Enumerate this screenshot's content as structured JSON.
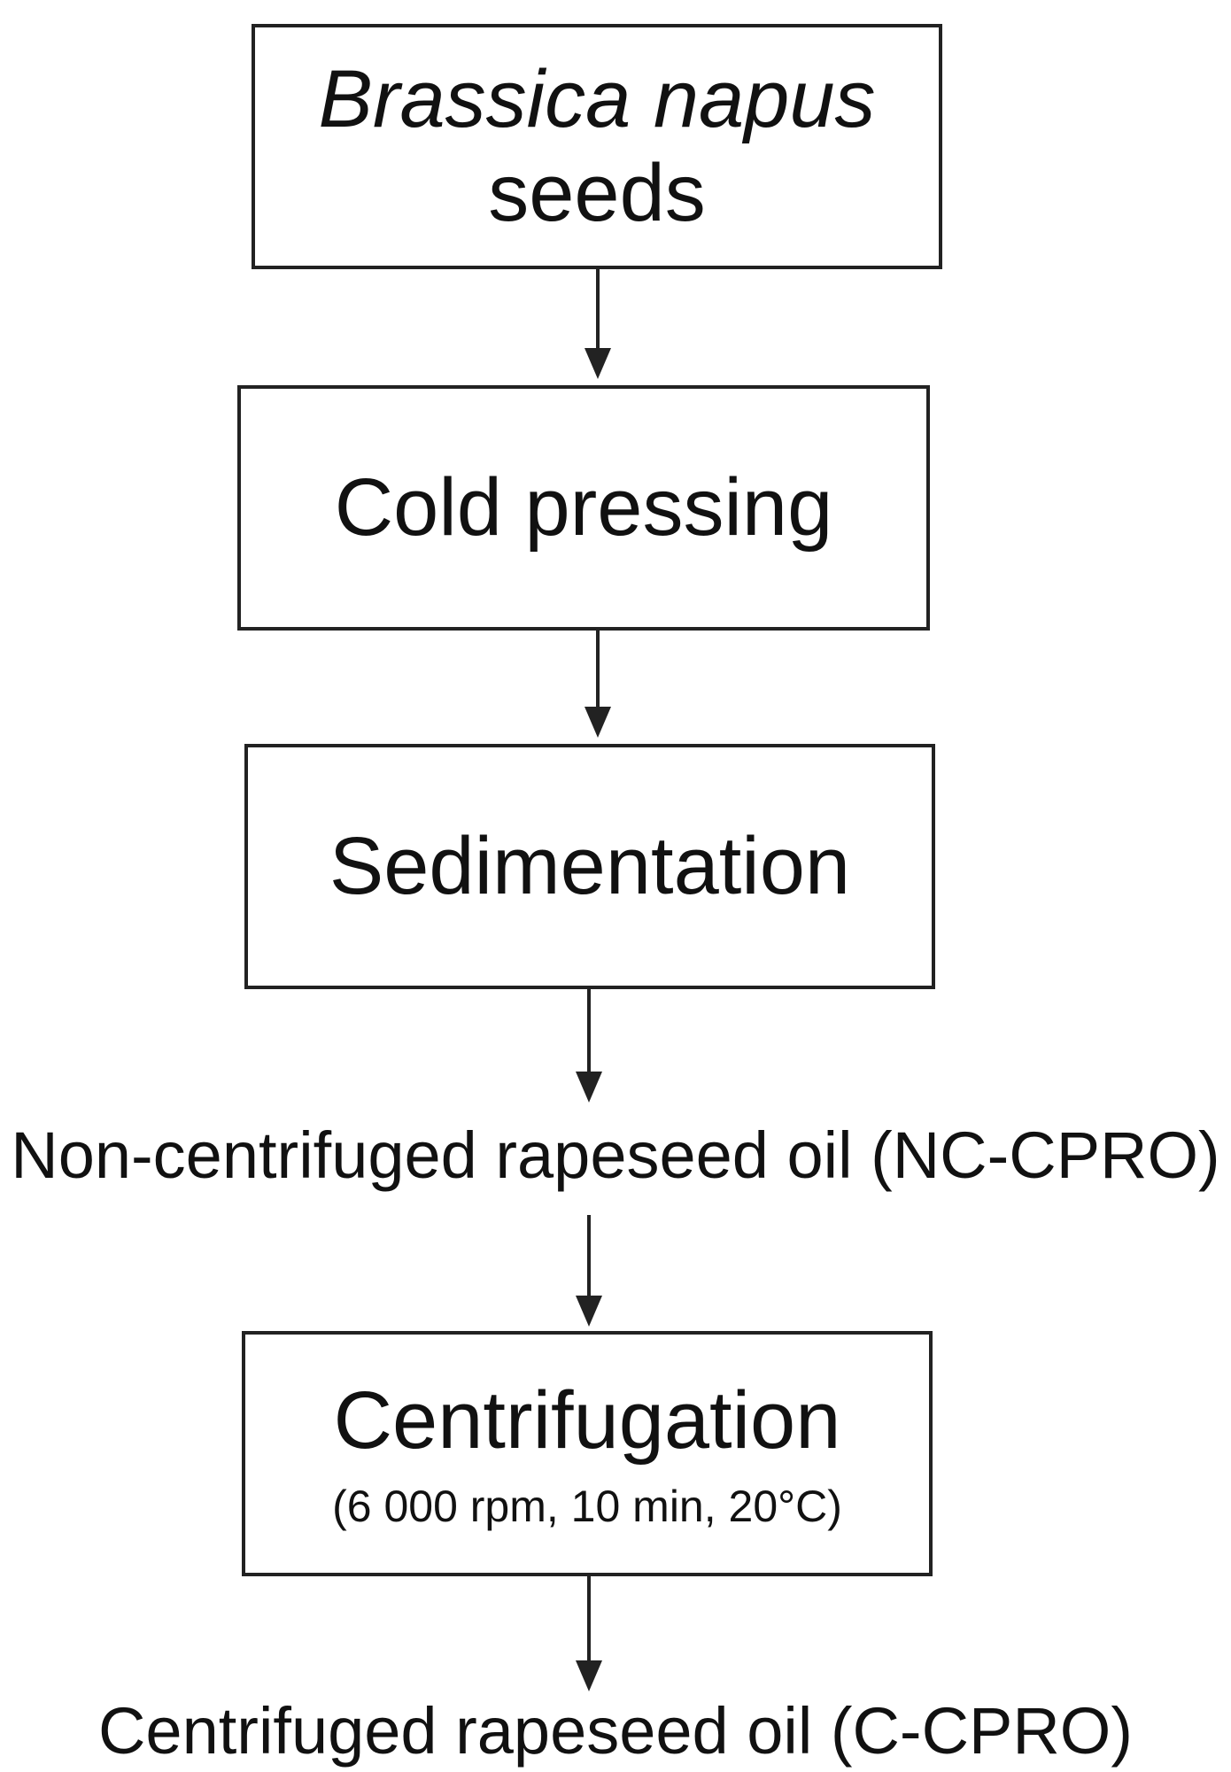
{
  "steps": {
    "seeds": {
      "line1": "Brassica napus",
      "line2": "seeds"
    },
    "cold_pressing": {
      "label": "Cold pressing"
    },
    "sedimentation": {
      "label": "Sedimentation"
    },
    "nc_output": {
      "label": "Non-centrifuged rapeseed oil (NC-CPRO)"
    },
    "centrifugation": {
      "label": "Centrifugation",
      "conditions": "(6 000 rpm, 10 min, 20°C)"
    },
    "c_output": {
      "label": "Centrifuged rapeseed oil (C-CPRO)"
    }
  },
  "colors": {
    "line": "#222222",
    "text": "#111111",
    "background": "#ffffff"
  }
}
